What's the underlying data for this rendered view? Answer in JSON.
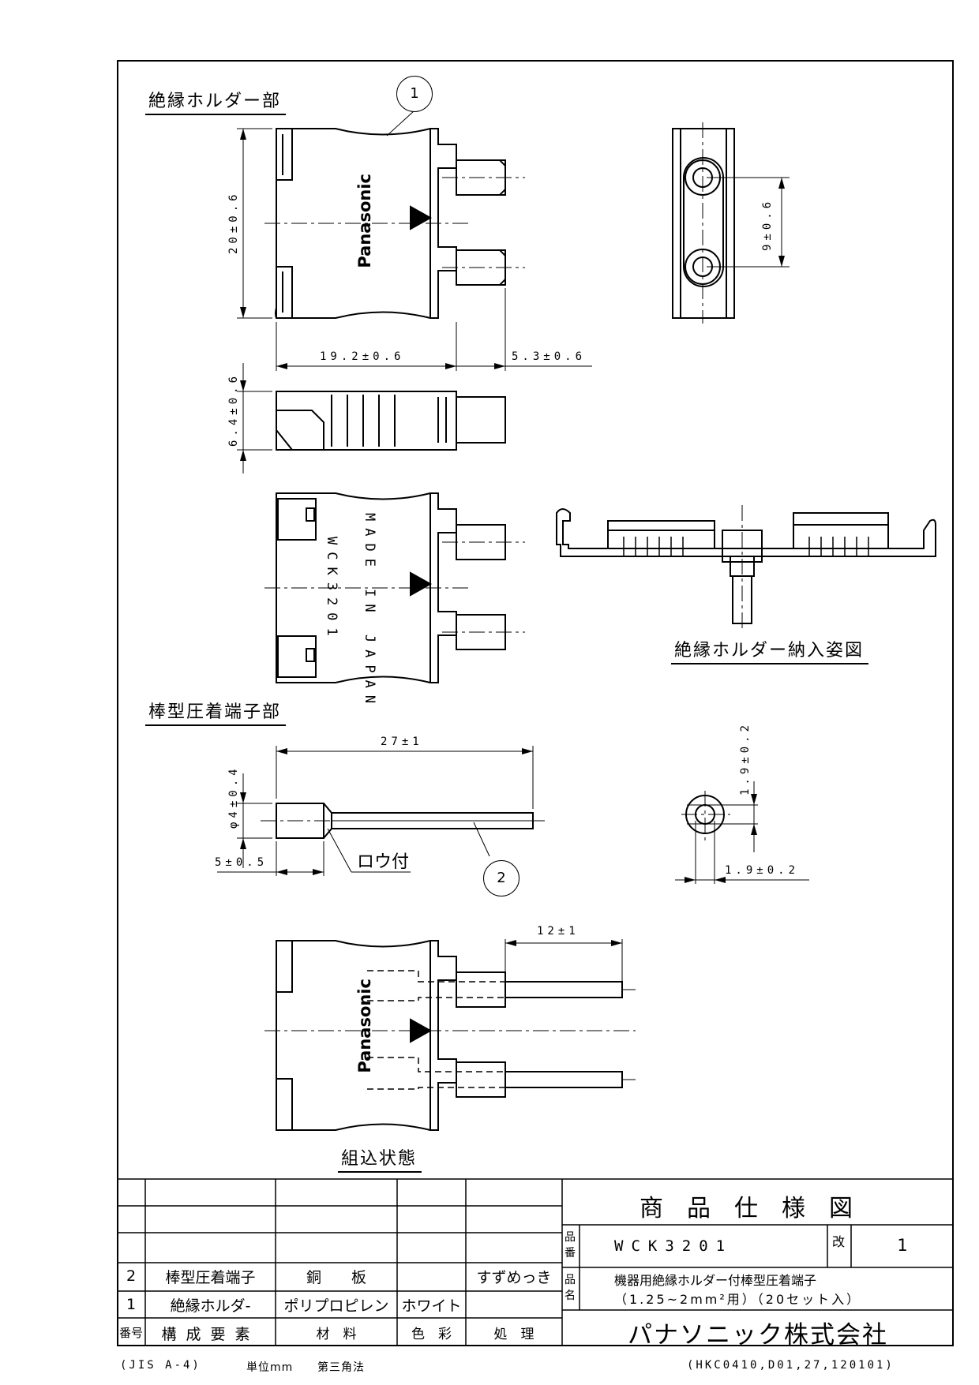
{
  "sections": {
    "holder": "絶縁ホルダー部",
    "packing": "絶縁ホルダー納入姿図",
    "terminal": "棒型圧着端子部",
    "assembled": "組込状態"
  },
  "balloons": [
    "1",
    "2"
  ],
  "dimensions": {
    "holder_height": "20±0.6",
    "pin_pitch": "9±0.6",
    "holder_length": "19.2±0.6",
    "pin_protrusion": "5.3±0.6",
    "holder_thickness": "6.4±0.6",
    "terminal_length": "27±1",
    "sleeve_diameter": "φ4±0.4",
    "sleeve_length": "5±0.5",
    "brazing_note": "ロウ付",
    "pin_diameter_v": "1.9±0.2",
    "pin_diameter_h": "1.9±0.2",
    "insert_length": "12±1"
  },
  "markings": {
    "brand": "Panasonic",
    "made_in": "MADE IN JAPAN",
    "part_mark": "WCK3201"
  },
  "parts_table": {
    "rows": [
      {
        "no": "2",
        "element": "棒型圧着端子",
        "material": "銅　　板",
        "color": "",
        "treatment": "すずめっき"
      },
      {
        "no": "1",
        "element": "絶縁ホルダ-",
        "material": "ポリプロピレン",
        "color": "ホワイト",
        "treatment": ""
      }
    ],
    "headers": {
      "no": "番号",
      "element": "構成要素",
      "material": "材　料",
      "color": "色　彩",
      "treatment": "処　理"
    }
  },
  "title_block": {
    "title": "商品仕様図",
    "part_no_label": "品番",
    "part_no": "WCK3201",
    "revision_label": "改",
    "revision": "1",
    "name_label": "品名",
    "name_line1": "機器用絶縁ホルダー付棒型圧着端子",
    "name_line2": "（1.25~2mm²用）（20セット入）",
    "company": "パナソニック株式会社"
  },
  "footer": {
    "standard": "(JIS A-4)",
    "unit": "単位mm",
    "projection": "第三角法",
    "doc_code": "(HKC0410,D01,27,120101)"
  }
}
